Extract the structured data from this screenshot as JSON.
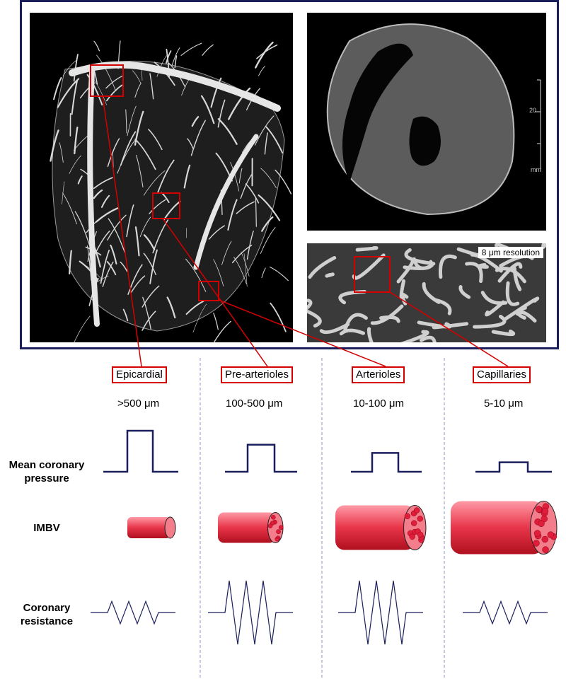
{
  "images": {
    "heart": "coronary-cast-3d-render",
    "slice": "ct-cross-section",
    "micro": "microvascular-detail"
  },
  "scale_bar": {
    "tick": "20",
    "unit": "mm"
  },
  "resolution_label": "8 μm resolution",
  "categories": [
    {
      "name": "Epicardial",
      "size": ">500 μm",
      "pressure": 1.0,
      "imbv": 0.18,
      "resistance": 0.35
    },
    {
      "name": "Pre-arterioles",
      "size": "100-500 μm",
      "pressure": 0.66,
      "imbv": 0.42,
      "resistance": 1.0
    },
    {
      "name": "Arterioles",
      "size": "10-100 μm",
      "pressure": 0.46,
      "imbv": 0.78,
      "resistance": 1.0
    },
    {
      "name": "Capillaries",
      "size": "5-10 μm",
      "pressure": 0.23,
      "imbv": 1.0,
      "resistance": 0.35
    }
  ],
  "row_labels": {
    "pressure_line1": "Mean coronary",
    "pressure_line2": "pressure",
    "imbv": "IMBV",
    "resistance_line1": "Coronary",
    "resistance_line2": "resistance"
  },
  "colors": {
    "frame": "#1a1f5c",
    "highlight": "#d40000",
    "vessel": "#e8354a",
    "trace": "#1a1f5c"
  }
}
